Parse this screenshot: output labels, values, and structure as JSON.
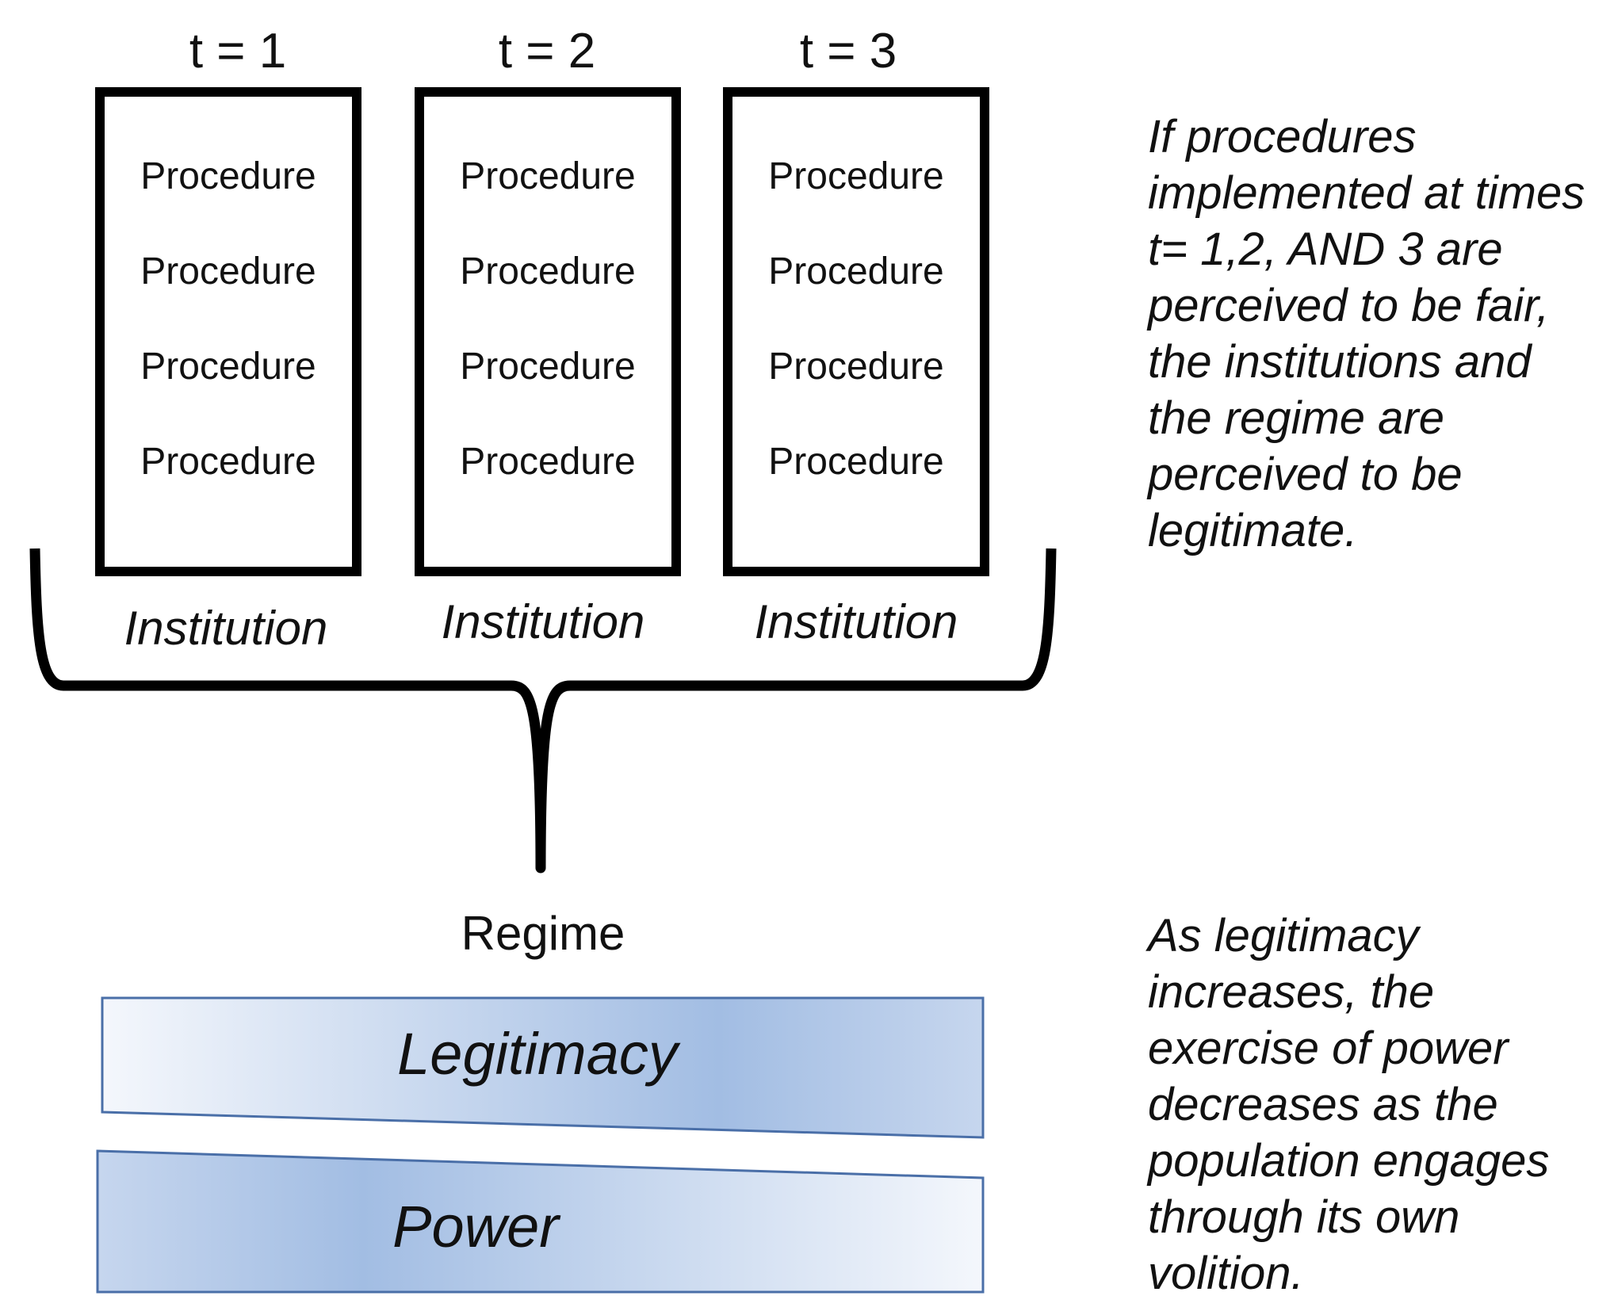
{
  "time_steps": [
    "t = 1",
    "t = 2",
    "t = 3"
  ],
  "institutions": [
    {
      "procedures": [
        "Procedure",
        "Procedure",
        "Procedure",
        "Procedure"
      ],
      "label": "Institution"
    },
    {
      "procedures": [
        "Procedure",
        "Procedure",
        "Procedure",
        "Procedure"
      ],
      "label": "Institution"
    },
    {
      "procedures": [
        "Procedure",
        "Procedure",
        "Procedure",
        "Procedure"
      ],
      "label": "Institution"
    }
  ],
  "regime_label": "Regime",
  "legitimacy_label": "Legitimacy",
  "power_label": "Power",
  "note_top_lines": [
    "If procedures",
    "implemented at times",
    "t= 1,2, AND 3 are",
    "perceived to be fair,",
    "the institutions and",
    "the regime are",
    "perceived to be",
    "legitimate."
  ],
  "note_bottom_lines": [
    "As legitimacy",
    "increases, the",
    "exercise of power",
    "decreases as the",
    "population engages",
    "through its own",
    "volition."
  ],
  "colors": {
    "box_border": "#000000",
    "bar_light": "#f4f7fc",
    "bar_dark": "#a2bde3",
    "bar_border": "#4a6fa8"
  }
}
